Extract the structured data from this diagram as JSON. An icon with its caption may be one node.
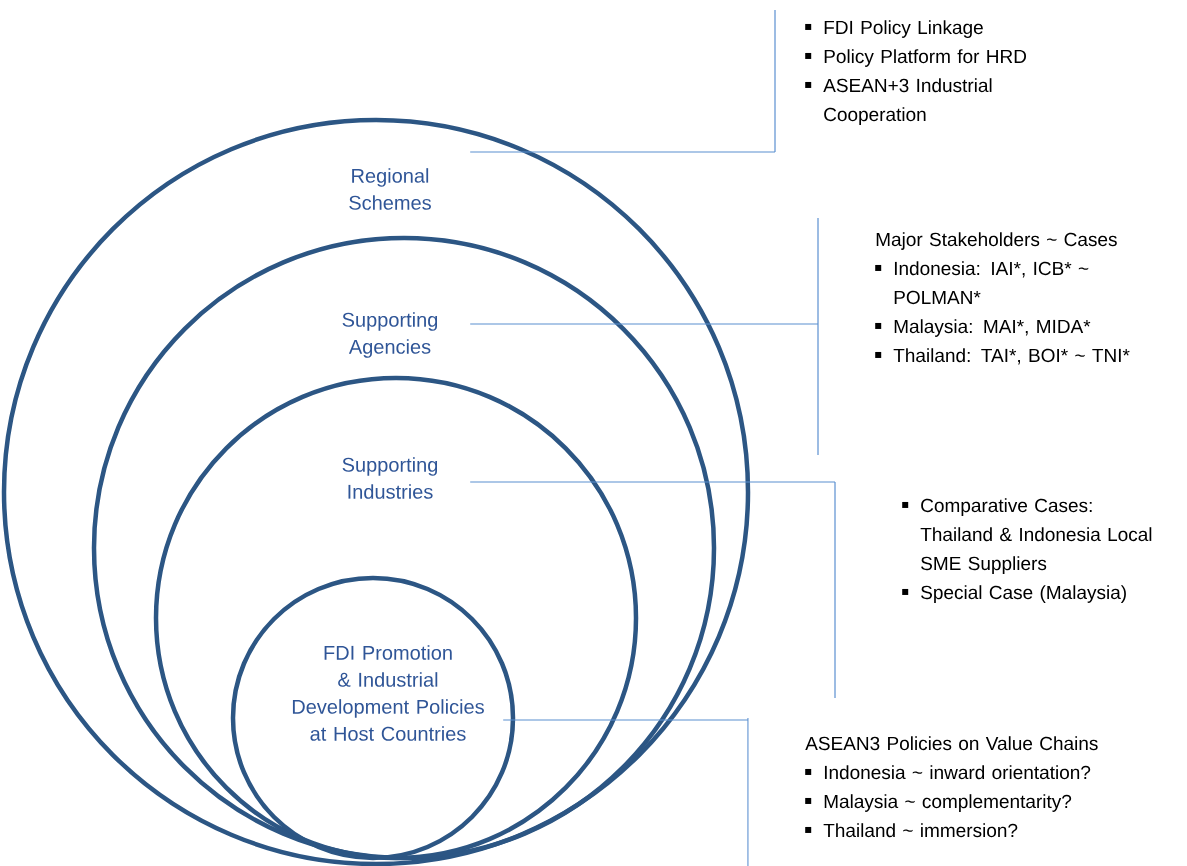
{
  "diagram": {
    "nodes": [
      {
        "text": [
          "Regional Schemes"
        ]
      },
      {
        "text": [
          "Supporting Agencies"
        ],
        "in": 0
      },
      {
        "text": [
          "Supporting Industries"
        ],
        "in": 1
      },
      {
        "text": [
          "FDI Promotion & Industrial Development Policies at Host Countries"
        ],
        "in": 2
      },
      {
        "text": [
          "FDI Policy Linkage",
          "Policy Platform for HRD",
          "ASEAN+3 Industrial Cooperation"
        ]
      },
      {
        "text": [
          "Major Stakeholders ~ Cases",
          "Indonesia: IAI*, ICB* ~ POLMAN*",
          "Malaysia: MAI*, MIDA*",
          "Thailand: TAI*, BOI* ~ TNI*"
        ]
      },
      {
        "text": [
          "Comparative Cases: Thailand & Indonesia Local SME Suppliers",
          "Special Case (Malaysia)"
        ]
      },
      {
        "text": [
          "ASEAN3 Policies on Value Chains",
          "Indonesia ~ inward orientation?",
          "Malaysia ~ complementarity?",
          "Thailand ~ immersion?"
        ]
      }
    ],
    "edges": [
      {
        "from": 0,
        "to": 4,
        "arrow": "none"
      },
      {
        "from": 1,
        "to": 5,
        "arrow": "none"
      },
      {
        "from": 2,
        "to": 6,
        "arrow": "none"
      },
      {
        "from": 3,
        "to": 7,
        "arrow": "none"
      }
    ]
  }
}
